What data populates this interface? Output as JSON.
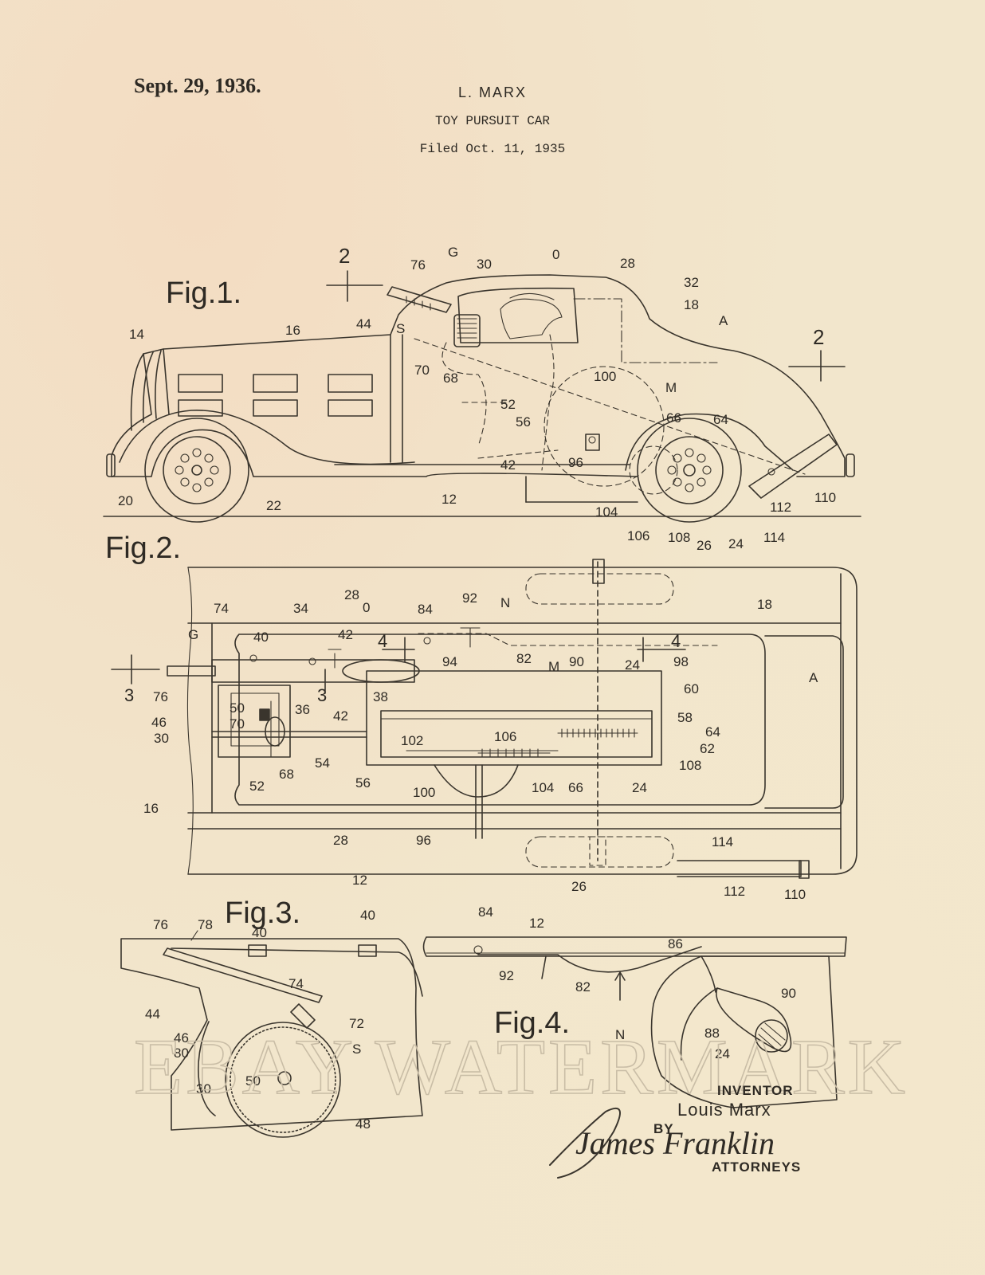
{
  "header": {
    "date": "Sept. 29, 1936.",
    "inventor": "L. MARX",
    "title": "TOY PURSUIT CAR",
    "filed": "Filed Oct. 11, 1935"
  },
  "figures": {
    "fig1": "Fig.1.",
    "fig2": "Fig.2.",
    "fig3": "Fig.3.",
    "fig4": "Fig.4."
  },
  "signature": {
    "inventor_caption": "INVENTOR",
    "inventor_name": "Louis Marx",
    "by": "BY",
    "attorneys_caption": "ATTORNEYS",
    "attorney_signature": "James Franklin"
  },
  "watermark": "EBAY WATERMARK"
}
